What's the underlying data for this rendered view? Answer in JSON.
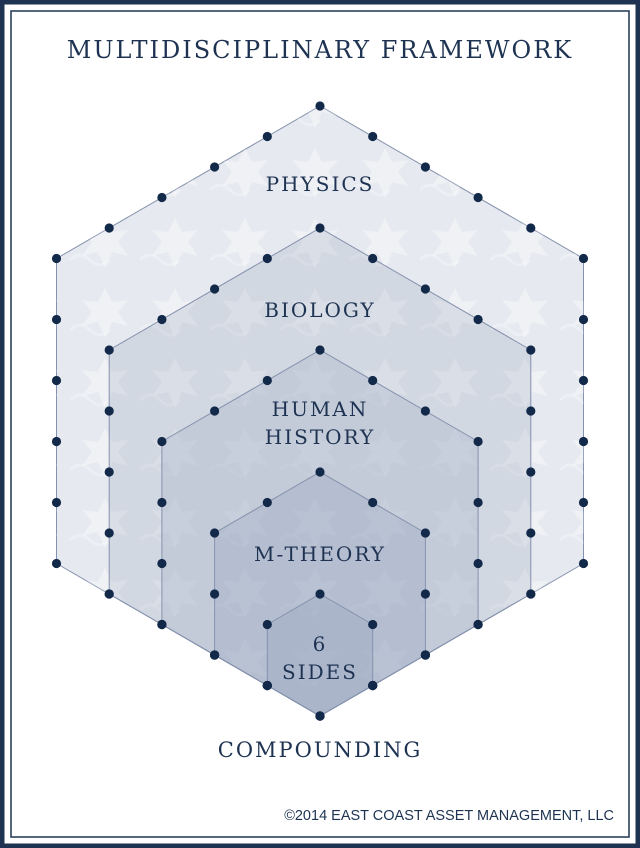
{
  "title": "MULTIDISCIPLINARY FRAMEWORK",
  "layers": [
    {
      "id": "physics",
      "lines": [
        "PHYSICS"
      ]
    },
    {
      "id": "biology",
      "lines": [
        "BIOLOGY"
      ]
    },
    {
      "id": "human-history",
      "lines": [
        "HUMAN",
        "HISTORY"
      ]
    },
    {
      "id": "m-theory",
      "lines": [
        "M-THEORY"
      ]
    },
    {
      "id": "6-sides",
      "lines": [
        "6",
        "SIDES"
      ]
    }
  ],
  "footer_label": "COMPOUNDING",
  "copyright": "©2014 EAST COAST ASSET MANAGEMENT, LLC",
  "colors": {
    "border_dark": "#1e3352",
    "text": "#1e3352",
    "dot": "#13294a",
    "hex_fill": "#8b9ab8",
    "hex_stroke": "#8592ad"
  }
}
